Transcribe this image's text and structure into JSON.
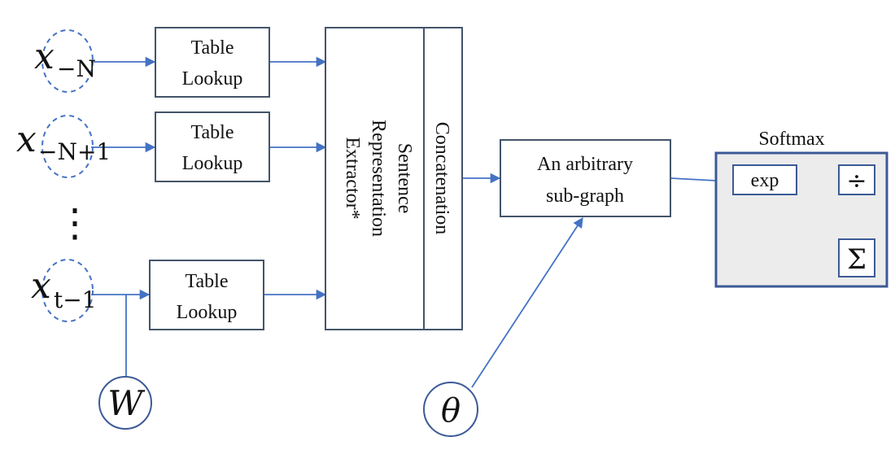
{
  "inputs": {
    "x_neg_n": {
      "base": "x",
      "sub": "−N"
    },
    "x_neg_n_plus1": {
      "base": "x",
      "sub": "−N+1"
    },
    "x_t_minus1": {
      "base": "x",
      "sub": "t−1"
    },
    "ellipsis": "⋮"
  },
  "table_lookup": {
    "line1": "Table",
    "line2": "Lookup"
  },
  "extractor": {
    "line1": "Sentence",
    "line2": "Representation",
    "line3": "Extractor*"
  },
  "concatenation": {
    "label": "Concatenation"
  },
  "subgraph": {
    "line1": "An arbitrary",
    "line2": "sub-graph"
  },
  "softmax": {
    "title": "Softmax",
    "exp": "exp",
    "divide": "÷",
    "sum": "Σ"
  },
  "params": {
    "W": "W",
    "theta": "θ"
  },
  "colors": {
    "edge": "#4472c4",
    "box": "#44546a",
    "softmax_fill": "#ececec"
  }
}
